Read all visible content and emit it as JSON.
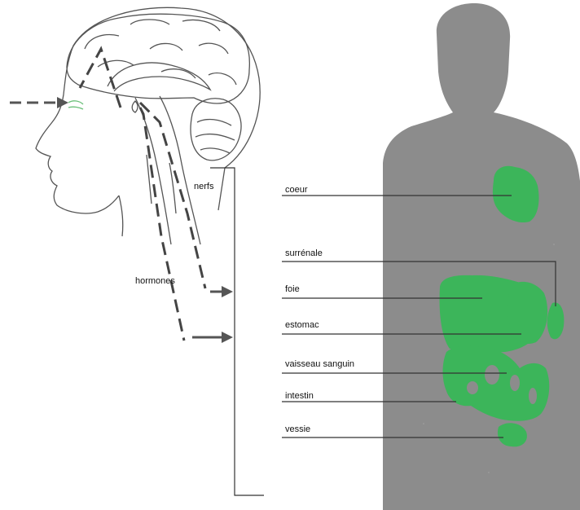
{
  "colors": {
    "background": "#ffffff",
    "body_silhouette": "#8c8c8c",
    "organ_green": "#3cb55a",
    "line": "#333333",
    "dash": "#444444",
    "arrow": "#555555",
    "head_outline": "#555555"
  },
  "labels": {
    "nerfs": "nerfs",
    "hormones": "hormones",
    "coeur": "coeur",
    "surrenale": "surrénale",
    "foie": "foie",
    "estomac": "estomac",
    "vaisseau": "vaisseau sanguin",
    "intestin": "intestin",
    "vessie": "vessie"
  }
}
